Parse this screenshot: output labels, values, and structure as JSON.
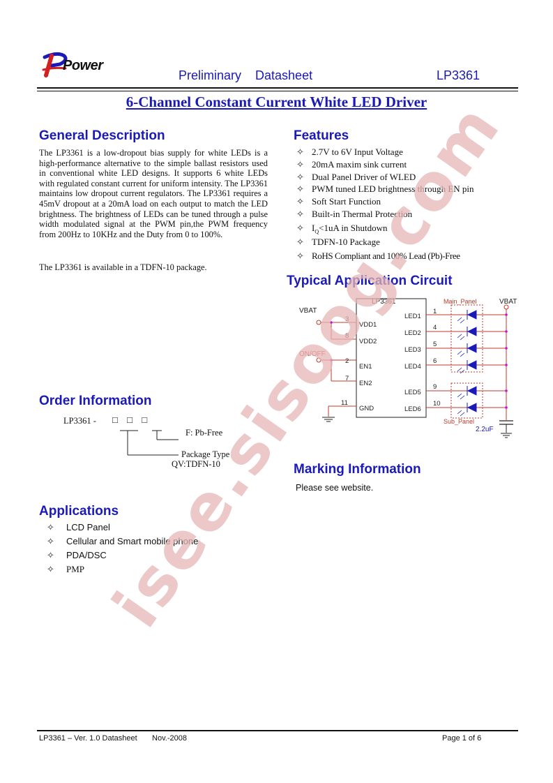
{
  "header": {
    "logo": "Power",
    "subtitle": "Preliminary    Datasheet",
    "part": "LP3361"
  },
  "title": "6-Channel Constant Current White LED Driver",
  "general": {
    "heading": "General Description",
    "p1": "The LP3361 is a low-dropout bias supply for white LEDs is a high-performance alternative to the simple ballast resistors used in conventional white LED designs. It supports 6 white LEDs with regulated constant current for uniform intensity. The LP3361 maintains low dropout current regulators. The LP3361 requires a 45mV dropout at a 20mA load on each output to match the LED brightness. The brightness of LEDs can be tuned through a pulse width modulated signal at the PWM pin,the PWM frequency from 200Hz to 10KHz and the Duty from 0 to 100%.",
    "p2": "The LP3361 is available in a TDFN-10 package."
  },
  "features": {
    "heading": "Features",
    "items": [
      "2.7V to 6V Input Voltage",
      "20mA maxim sink current",
      "Dual Panel Driver of WLED",
      "PWM tuned LED brightness through EN pin",
      "Soft Start Function",
      "Built-in Thermal Protection",
      "<1uA in Shutdown",
      "TDFN-10 Package",
      "RoHS Compliant and 100% Lead (Pb)-Free"
    ],
    "iq_prefix": "I",
    "iq_sub": "Q"
  },
  "circuit": {
    "heading": "Typical Application Circuit",
    "chip": "LP3361",
    "vbat_left": "VBAT",
    "vbat_right": "VBAT",
    "onoff": "ON/OFF",
    "main_panel": "Main_Panel",
    "sub_panel": "Sub_Panel",
    "cap": "2.2uF",
    "left_pins": [
      {
        "num": "3",
        "name": "VDD1"
      },
      {
        "num": "8",
        "name": "VDD2"
      },
      {
        "num": "2",
        "name": "EN1"
      },
      {
        "num": "7",
        "name": "EN2"
      },
      {
        "num": "11",
        "name": "GND"
      }
    ],
    "right_pins": [
      {
        "num": "1",
        "name": "LED1"
      },
      {
        "num": "4",
        "name": "LED2"
      },
      {
        "num": "5",
        "name": "LED3"
      },
      {
        "num": "6",
        "name": "LED4"
      },
      {
        "num": "9",
        "name": "LED5"
      },
      {
        "num": "10",
        "name": "LED6"
      }
    ]
  },
  "order": {
    "heading": "Order Information",
    "code": "LP3361 -",
    "boxes": "□ □ □",
    "pb": "F: Pb-Free",
    "pkg_label": "Package Type",
    "pkg_value": "QV:TDFN-10"
  },
  "marking": {
    "heading": "Marking Information",
    "text": "Please see website."
  },
  "applications": {
    "heading": "Applications",
    "items": [
      "LCD Panel",
      "Cellular and Smart mobile phone",
      "PDA/DSC",
      "PMP"
    ]
  },
  "watermark": "isee.sisoog.com",
  "footer": {
    "left": "LP3361 – Ver. 1.0 Datasheet       Nov.-2008",
    "right": "Page 1 of 6"
  }
}
